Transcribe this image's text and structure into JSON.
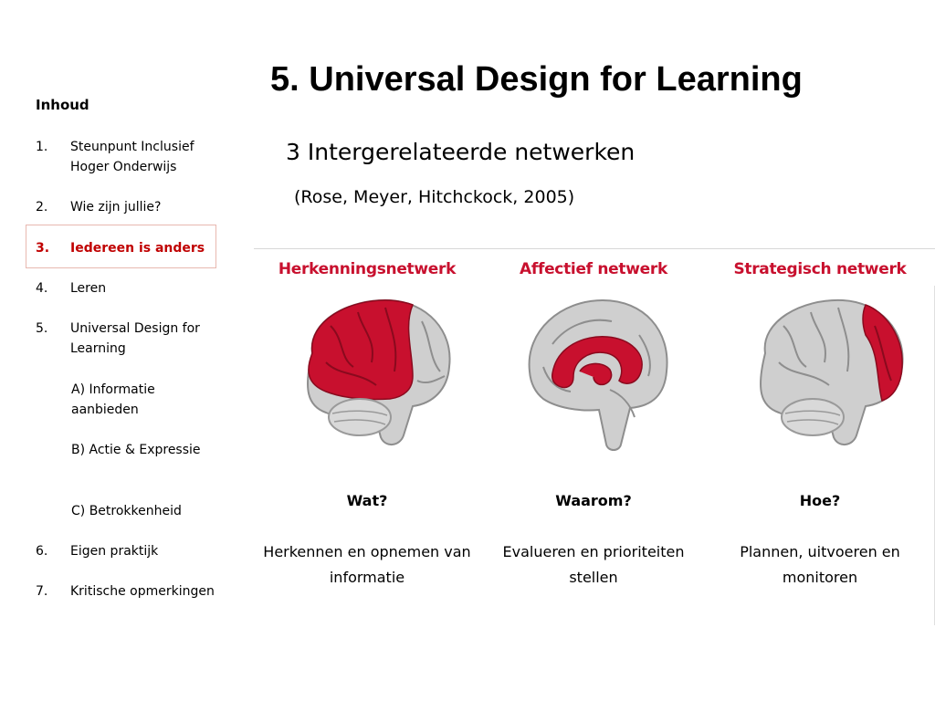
{
  "slide": {
    "title": "5. Universal Design for Learning",
    "subtitle": "3 Intergerelateerde netwerken",
    "citation": "(Rose, Meyer, Hitchckock, 2005)"
  },
  "toc": {
    "heading": "Inhoud",
    "items": [
      {
        "num": "1.",
        "label": "Steunpunt Inclusief Hoger Onderwijs"
      },
      {
        "num": "2.",
        "label": "Wie zijn jullie?"
      },
      {
        "num": "3.",
        "label": "Iedereen is anders"
      },
      {
        "num": "4.",
        "label": "Leren"
      },
      {
        "num": "5.",
        "label": "Universal Design for Learning"
      },
      {
        "num": "6.",
        "label": "Eigen praktijk"
      },
      {
        "num": "7.",
        "label": "Kritische opmerkingen"
      }
    ],
    "subitems": [
      {
        "label": "A) Informatie aanbieden"
      },
      {
        "label": "B) Actie & Expressie"
      },
      {
        "label": "C) Betrokkenheid"
      }
    ]
  },
  "figure": {
    "panels": [
      {
        "title": "Herkenningsnetwerk",
        "question": "Wat?",
        "description": "Herkennen en opnemen van informatie"
      },
      {
        "title": "Affectief netwerk",
        "question": "Waarom?",
        "description": "Evalueren en prioriteiten stellen"
      },
      {
        "title": "Strategisch netwerk",
        "question": "Hoe?",
        "description": "Plannen, uitvoeren en monitoren"
      }
    ],
    "colors": {
      "highlight": "#c8102e",
      "brain": "#cfcfcf"
    }
  }
}
